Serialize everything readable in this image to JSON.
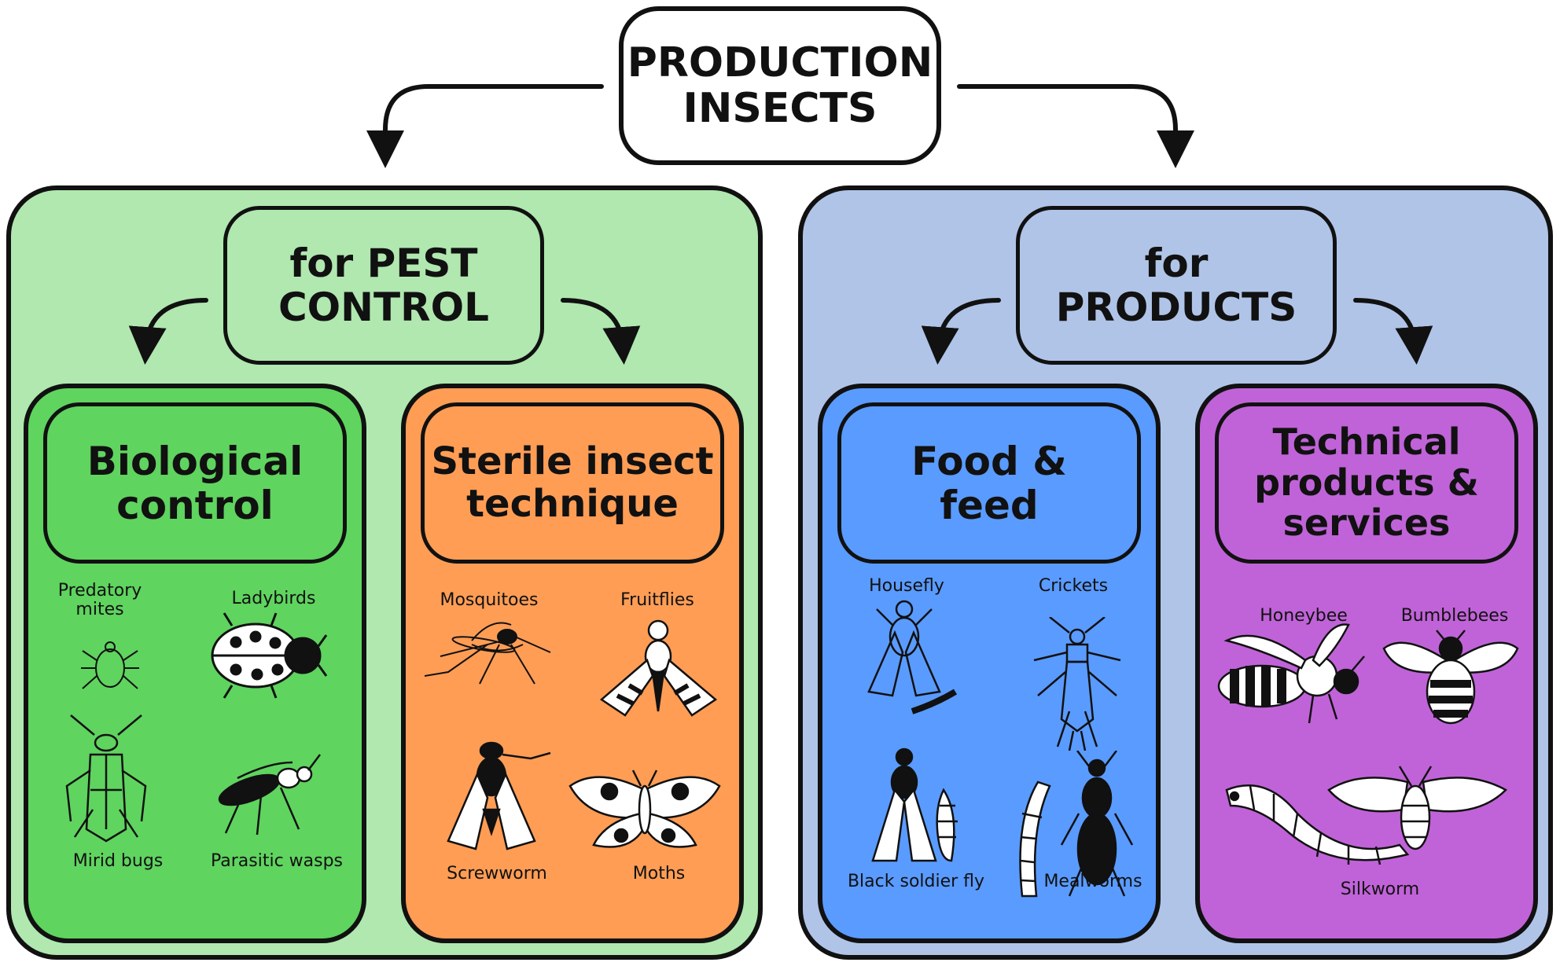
{
  "root": {
    "title": "PRODUCTION\nINSECTS"
  },
  "colors": {
    "pest_panel": "#b0e8b0",
    "products_panel": "#b0c4e8",
    "biological": "#5fd45f",
    "sterile": "#ff9d55",
    "food": "#5a9bff",
    "technical": "#c063d8"
  },
  "pest": {
    "title": "for PEST\nCONTROL",
    "biological": {
      "title": "Biological\ncontrol",
      "insects": [
        "Predatory\nmites",
        "Ladybirds",
        "Mirid bugs",
        "Parasitic wasps"
      ]
    },
    "sterile": {
      "title": "Sterile insect\ntechnique",
      "insects": [
        "Mosquitoes",
        "Fruitflies",
        "Screwworm",
        "Moths"
      ]
    }
  },
  "products": {
    "title": "for PRODUCTS",
    "food": {
      "title": "Food &\nfeed",
      "insects": [
        "Housefly",
        "Crickets",
        "Black soldier fly",
        "Mealworms"
      ]
    },
    "technical": {
      "title": "Technical\nproducts &\nservices",
      "insects": [
        "Honeybee",
        "Bumblebees",
        "Silkworm"
      ]
    }
  },
  "icons": [
    "mite-icon",
    "ladybird-icon",
    "mirid-bug-icon",
    "wasp-icon",
    "mosquito-icon",
    "fruitfly-icon",
    "screwworm-icon",
    "moth-icon",
    "housefly-icon",
    "cricket-icon",
    "soldier-fly-icon",
    "mealworm-icon",
    "honeybee-icon",
    "bumblebee-icon",
    "silkworm-icon"
  ]
}
